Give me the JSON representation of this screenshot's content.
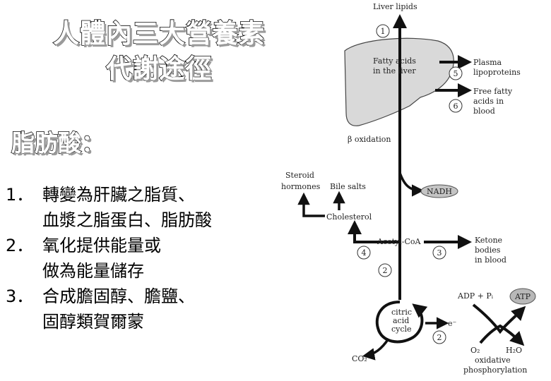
{
  "title_line1": "人體內三大營養素",
  "title_line2": "代謝途徑",
  "subtitle": "脂肪酸：",
  "items": [
    {
      "num": "1．",
      "lines": [
        "轉變為肝臟之脂質、",
        "血漿之脂蛋白、脂肪酸"
      ]
    },
    {
      "num": "2．",
      "lines": [
        "氧化提供能量或",
        "做為能量儲存"
      ]
    },
    {
      "num": "3．",
      "lines": [
        "合成膽固醇、膽鹽、",
        "固醇類賀爾蒙"
      ]
    }
  ],
  "diagram": {
    "liver_lipids": "Liver lipids",
    "fatty_acids": "Fatty acids",
    "in_the_liver": "in the liver",
    "plasma": "Plasma",
    "lipoproteins": "lipoproteins",
    "free_fatty": "Free fatty",
    "acids_in": "acids in",
    "blood": "blood",
    "beta_oxidation": "β oxidation",
    "steroid": "Steroid",
    "hormones": "hormones",
    "bile_salts": "Bile salts",
    "nadh": "NADH",
    "cholesterol": "Cholesterol",
    "acetyl_coa": "Acetyl-CoA",
    "ketone": "Ketone",
    "bodies": "bodies",
    "in_blood": "in blood",
    "citric": "citric",
    "acid": "acid",
    "cycle": "cycle",
    "e_minus": "e⁻",
    "co2": "CO₂",
    "adp_pi": "ADP + Pᵢ",
    "atp": "ATP",
    "o2": "O₂",
    "h2o": "H₂O",
    "oxidative": "oxidative",
    "phosphorylation": "phosphorylation",
    "step1": "1",
    "step2": "2",
    "step3": "3",
    "step4": "4",
    "step5": "5",
    "step6": "6"
  }
}
